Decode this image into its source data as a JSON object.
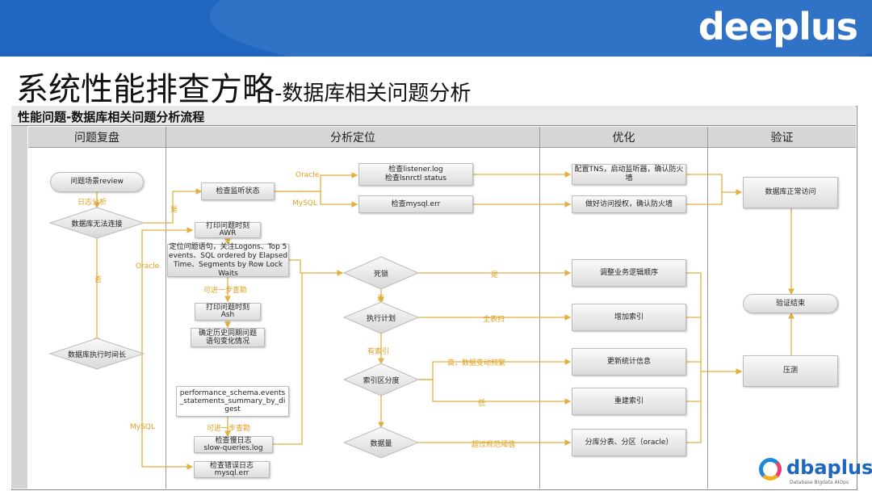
{
  "header": {
    "brand": "deeplus"
  },
  "title": {
    "main": "系统性能排查方略",
    "sub": "-数据库相关问题分析"
  },
  "panel": {
    "title": "性能问题-数据库相关问题分析流程"
  },
  "columns": [
    "问题复盘",
    "分析定位",
    "优化",
    "验证"
  ],
  "nodes": {
    "review": "问题场景review",
    "db_conn_fail": "数据库无法连接",
    "db_exec_long": "数据库执行时间长",
    "check_listener_state": "检查监听状态",
    "check_listener_log": "检查listener.log\n检查lsnrctl status",
    "check_mysql_err": "检查mysql.err",
    "print_awr": "打印问题时刻\nAWR",
    "locate_sql": "定位问题语句，关注Logons、Top 5 events、SQL ordered by Elapsed Time、Segments by Row Lock Waits",
    "print_ash": "打印问题时刻\nAsh",
    "history_sql": "确定历史同期问题\n语句变化情况",
    "perf_schema": "performance_schema.events\n_statements_summary_by_di\ngest",
    "check_slow_log": "检查慢日志\nslow-queries.log",
    "check_error_log": "检查错误日志\nmysql.err",
    "deadlock": "死锁",
    "exec_plan": "执行计划",
    "index_selectivity": "索引区分度",
    "data_volume": "数据量",
    "config_tns": "配置TNS，启动监听器，确认防火墙",
    "grant_access": "做好访问授权，确认防火墙",
    "adjust_logic": "调整业务逻辑顺序",
    "add_index": "增加索引",
    "update_stats": "更新统计信息",
    "rebuild_index": "重建索引",
    "partition": "分库分表、分区（oracle）",
    "db_normal": "数据库正常访问",
    "verify_end": "验证结束",
    "stress_test": "压测"
  },
  "edge_labels": {
    "log_analysis": "日志分析",
    "yes": "是",
    "no": "否",
    "oracle": "Oracle",
    "mysql": "MySQL",
    "further_1": "可进一步查勘",
    "further_2": "可进一步查勘",
    "full_scan": "全表扫",
    "has_index": "有索引",
    "high_change": "高，数据变动频繁",
    "low": "低",
    "over_threshold": "超过规范阈值",
    "deadlock_yes": "是",
    "deadlock_no": "否"
  },
  "footer_logo": {
    "name": "dbaplus",
    "tagline": "Database  Bigdata  AIOps"
  },
  "colors": {
    "banner": "#1f66c1",
    "edge_label": "#e0a020",
    "arrow": "#e0b040"
  }
}
